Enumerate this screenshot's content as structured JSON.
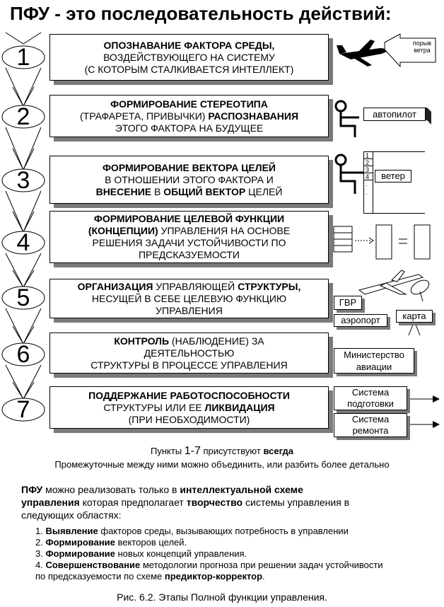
{
  "title": "ПФУ - это последовательность действий:",
  "steps": [
    {
      "num": "1",
      "lines": [
        [
          {
            "t": "ОПОЗНАВАНИЕ ФАКТОРА СРЕДЫ,",
            "b": true
          }
        ],
        [
          {
            "t": "ВОЗДЕЙСТВУЮЩЕГО НА СИСТЕМУ",
            "b": false
          }
        ],
        [
          {
            "t": "(С КОТОРЫМ СТАЛКИВАЕТСЯ ИНТЕЛЛЕКТ)",
            "b": false
          }
        ]
      ]
    },
    {
      "num": "2",
      "lines": [
        [
          {
            "t": "ФОРМИРОВАНИЕ СТЕРЕОТИПА",
            "b": true
          }
        ],
        [
          {
            "t": "(ТРАФАРЕТА, ПРИВЫЧКИ) ",
            "b": false
          },
          {
            "t": "РАСПОЗНАВАНИЯ",
            "b": true
          }
        ],
        [
          {
            "t": "ЭТОГО ФАКТОРА НА БУДУЩЕЕ",
            "b": false
          }
        ]
      ]
    },
    {
      "num": "3",
      "lines": [
        [
          {
            "t": "ФОРМИРОВАНИЕ ВЕКТОРА ЦЕЛЕЙ",
            "b": true
          }
        ],
        [
          {
            "t": "В ОТНОШЕНИИ ЭТОГО ФАКТОРА И",
            "b": false
          }
        ],
        [
          {
            "t": "ВНЕСЕНИЕ",
            "b": true
          },
          {
            "t": " В ",
            "b": false
          },
          {
            "t": "ОБЩИЙ ВЕКТОР",
            "b": true
          },
          {
            "t": " ЦЕЛЕЙ",
            "b": false
          }
        ]
      ]
    },
    {
      "num": "4",
      "lines": [
        [
          {
            "t": "ФОРМИРОВАНИЕ ЦЕЛЕВОЙ ФУНКЦИИ",
            "b": true
          }
        ],
        [
          {
            "t": "(КОНЦЕПЦИИ)",
            "b": true
          },
          {
            "t": " УПРАВЛЕНИЯ НА ОСНОВЕ",
            "b": false
          }
        ],
        [
          {
            "t": "РЕШЕНИЯ ЗАДАЧИ УСТОЙЧИВОСТИ ПО",
            "b": false
          }
        ],
        [
          {
            "t": "ПРЕДСКАЗУЕМОСТИ",
            "b": false
          }
        ]
      ]
    },
    {
      "num": "5",
      "lines": [
        [
          {
            "t": "ОРГАНИЗАЦИЯ",
            "b": true
          },
          {
            "t": " УПРАВЛЯЮЩЕЙ ",
            "b": false
          },
          {
            "t": "СТРУКТУРЫ,",
            "b": true
          }
        ],
        [
          {
            "t": "НЕСУЩЕЙ В СЕБЕ ЦЕЛЕВУЮ ФУНКЦИЮ",
            "b": false
          }
        ],
        [
          {
            "t": "УПРАВЛЕНИЯ",
            "b": false
          }
        ]
      ]
    },
    {
      "num": "6",
      "lines": [
        [
          {
            "t": "КОНТРОЛЬ",
            "b": true
          },
          {
            "t": " (НАБЛЮДЕНИЕ) ЗА",
            "b": false
          }
        ],
        [
          {
            "t": "ДЕЯТЕЛЬНОСТЬЮ",
            "b": false
          }
        ],
        [
          {
            "t": "СТРУКТУРЫ В ПРОЦЕССЕ УПРАВЛЕНИЯ",
            "b": false
          }
        ]
      ]
    },
    {
      "num": "7",
      "lines": [
        [
          {
            "t": "ПОДДЕРЖАНИЕ РАБОТОСПОСОБНОСТИ",
            "b": true
          }
        ],
        [
          {
            "t": "СТРУКТУРЫ ИЛИ ЕЕ ",
            "b": false
          },
          {
            "t": "ЛИКВИДАЦИЯ",
            "b": true
          }
        ],
        [
          {
            "t": "(ПРИ НЕОБХОДИМОСТИ)",
            "b": false
          }
        ]
      ]
    }
  ],
  "side": {
    "wind_gust": "порыв ветра",
    "autopilot": "автопилот",
    "wind_list": [
      "1",
      "2",
      "3",
      "4",
      ".",
      "."
    ],
    "wind": "ветер",
    "gvr": "ГВР",
    "airport": "аэропорт",
    "map": "карта",
    "ministry_l1": "Министерство",
    "ministry_l2": "авиации",
    "training_l1": "Система",
    "training_l2": "подготовки",
    "repair_l1": "Система",
    "repair_l2": "ремонта"
  },
  "summary": {
    "line1_pre": "Пункты ",
    "line1_num": "1-7",
    "line1_mid": " присутствуют ",
    "line1_bold": "всегда",
    "line2": "Промежуточные между ними можно объединить, или разбить более детально"
  },
  "notes": {
    "intro_b1": "ПФУ",
    "intro_t1": " можно реализовать только в ",
    "intro_b2": "интеллектуальной схеме",
    "intro_b3": "управления",
    "intro_t2": " которая предполагает ",
    "intro_b4": "творчество",
    "intro_t3": " системы управления в",
    "intro_t4": "следующих областях:",
    "items": [
      {
        "n": "1. ",
        "b": "Выявление",
        "t": " факторов среды, вызывающих потребность в управлении"
      },
      {
        "n": "2. ",
        "b": "Формирование",
        "t": " векторов целей."
      },
      {
        "n": "3. ",
        "b": "Формирование",
        "t": " новых концепций управления."
      },
      {
        "n": "4. ",
        "b": "Совершенствование",
        "t": " методологии прогноза при решении задач устойчивости"
      }
    ],
    "item4_cont": "по предсказуемости по схеме ",
    "item4_bold": "предиктор-корректор",
    "item4_end": "."
  },
  "caption": "Рис. 6.2. Этапы Полной функции управления."
}
